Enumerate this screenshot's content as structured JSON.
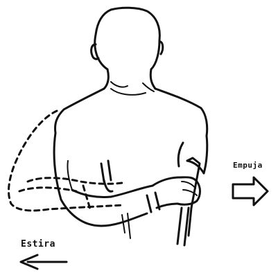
{
  "labels": {
    "push": "Empuja",
    "pull": "Estira"
  },
  "icons": {
    "push_arrow": "hollow-right-arrow",
    "pull_arrow": "left-arrow"
  },
  "colors": {
    "ink": "#111111",
    "background": "#ffffff"
  }
}
